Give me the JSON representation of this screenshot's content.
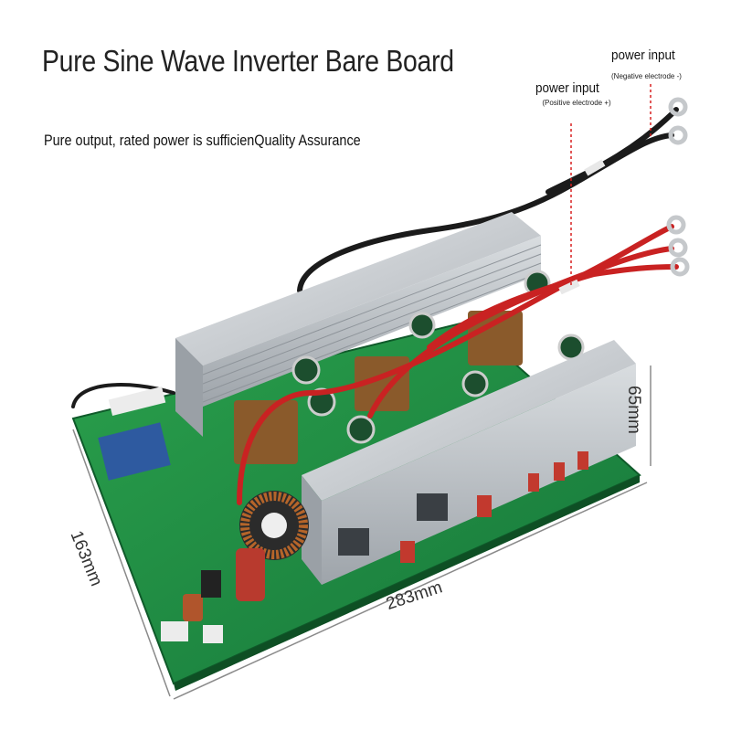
{
  "header": {
    "title": "Pure Sine Wave Inverter Bare Board",
    "subtitle": "Pure output, rated power is sufficienQuality Assurance"
  },
  "callouts": {
    "negative": {
      "title": "power input",
      "detail": "(Negative electrode -)"
    },
    "positive": {
      "title": "power input",
      "detail": "(Positive electrode +)"
    }
  },
  "dimensions": {
    "length": "283mm",
    "width": "163mm",
    "height": "65mm"
  },
  "colors": {
    "pcb": "#1f8a3e",
    "heatsink": "#c9cdd1",
    "positive_cable": "#d42a2a",
    "negative_cable": "#1b1b1b",
    "callout_line": "#d82020"
  }
}
